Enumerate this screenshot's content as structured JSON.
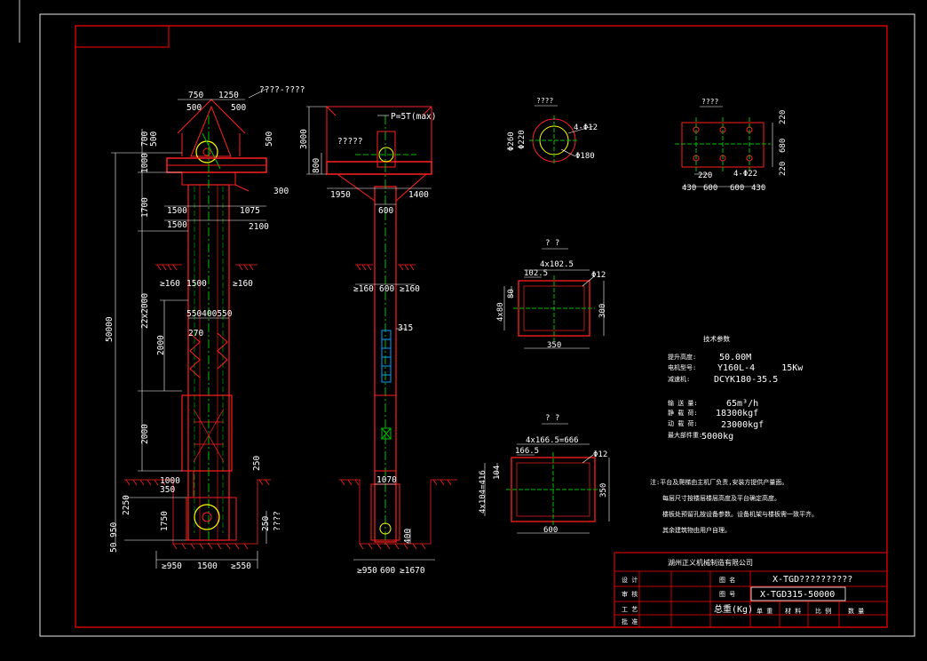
{
  "colors": {
    "background": "#000000",
    "frame": "#ff0000",
    "frame_inner": "#e8e8e8",
    "dimension": "#ffffff",
    "part": "#ff2020",
    "centerline": "#00c000",
    "chain": "#00a0ff",
    "highlight": "#ffff00",
    "accent_green": "#00ff00"
  },
  "left_view": {
    "top_dims": [
      "750",
      "1250",
      "500",
      "500",
      "500",
      "500"
    ],
    "note": "????-????",
    "left_dims": [
      "700",
      "1000",
      "1700",
      "22x2000",
      "2000",
      "2000",
      "2250",
      "950",
      "50"
    ],
    "total_height": "50000",
    "mid_dims": [
      "300",
      "1500",
      "1075",
      "1500",
      "2100"
    ],
    "floor_dims": [
      "≥160",
      "1500",
      "≥160"
    ],
    "spacing": "550400550",
    "spacing2": "270",
    "bottom_left_dims": [
      "1000",
      "350",
      "1750"
    ],
    "right_dims": [
      "250",
      "250",
      "????"
    ],
    "bottom_dims": [
      "≥950",
      "1500",
      "≥550"
    ]
  },
  "middle_view": {
    "load_label": "P=5T(max)",
    "hook_label": "?????",
    "height_dims": [
      "3000",
      "800"
    ],
    "width_dims": [
      "1950",
      "1400"
    ],
    "shaft_dim": "600",
    "floor_dims": [
      "≥160",
      "600",
      "≥160"
    ],
    "chain_dim": "315",
    "pit_dim": "1070",
    "pit_depth": "400",
    "bottom_dims": [
      "≥950",
      "600",
      "≥1670"
    ]
  },
  "detail_circle": {
    "title": "????",
    "hole": "4-Φ12",
    "outer": "Φ260",
    "inner": "Φ220",
    "base": "Φ180"
  },
  "detail_base": {
    "title": "????",
    "right_dims": [
      "220",
      "680",
      "220"
    ],
    "bottom_dims": [
      "430",
      "600",
      "600",
      "430"
    ],
    "mid_dims": [
      "220",
      "4-Φ22"
    ]
  },
  "detail_section1": {
    "title": "? ?",
    "top_dim": "4x102.5",
    "corner_dim": "102.5",
    "hole": "Φ12",
    "left_dim": "4x80",
    "left_small": "80",
    "right_dim": "300",
    "bottom_dim": "350"
  },
  "detail_section2": {
    "title": "? ?",
    "top_dim": "4x166.5=666",
    "corner_dim": "166.5",
    "hole": "Φ12",
    "left_dim": "4x104=416",
    "left_small": "104",
    "right_dim": "350",
    "bottom_dim": "600"
  },
  "specs": {
    "title": "技术参数",
    "rows": [
      {
        "label": "提升高度:",
        "value": "50.00M"
      },
      {
        "label": "电机型号:",
        "value": "Y160L-4     15Kw"
      },
      {
        "label": "减速机:",
        "value": "DCYK180-35.5"
      },
      {
        "label": "",
        "value": ""
      },
      {
        "label": "输 送 量:",
        "value": "65m³/h"
      },
      {
        "label": "静 载 荷:",
        "value": "18300kgf"
      },
      {
        "label": "动 载 荷:",
        "value": "23000kgf"
      },
      {
        "label": "最大部件重:",
        "value": "5000kg"
      }
    ]
  },
  "notes": [
    "注:平台及爬梯由主机厂负责,安装方提供产量面。",
    "每层尺寸按楼层楼层高度及平台确定高度。",
    "楼板处预留孔按设备参数。设备机架与楼板需一致平齐。",
    "其余建筑物由用户自理。"
  ],
  "title_block": {
    "company": "湖州正义机械制造有限公司",
    "left_labels": [
      "设 计",
      "审 核",
      "工 艺",
      "批 准"
    ],
    "name_label": "图 名",
    "name_value": "X-TGD??????????",
    "code_label": "图 号",
    "code_value": "X-TGD315-50000",
    "weight_label": "总重(Kg)",
    "bottom_labels": [
      "单 重",
      "材 料",
      "比 例",
      "数 量"
    ]
  }
}
